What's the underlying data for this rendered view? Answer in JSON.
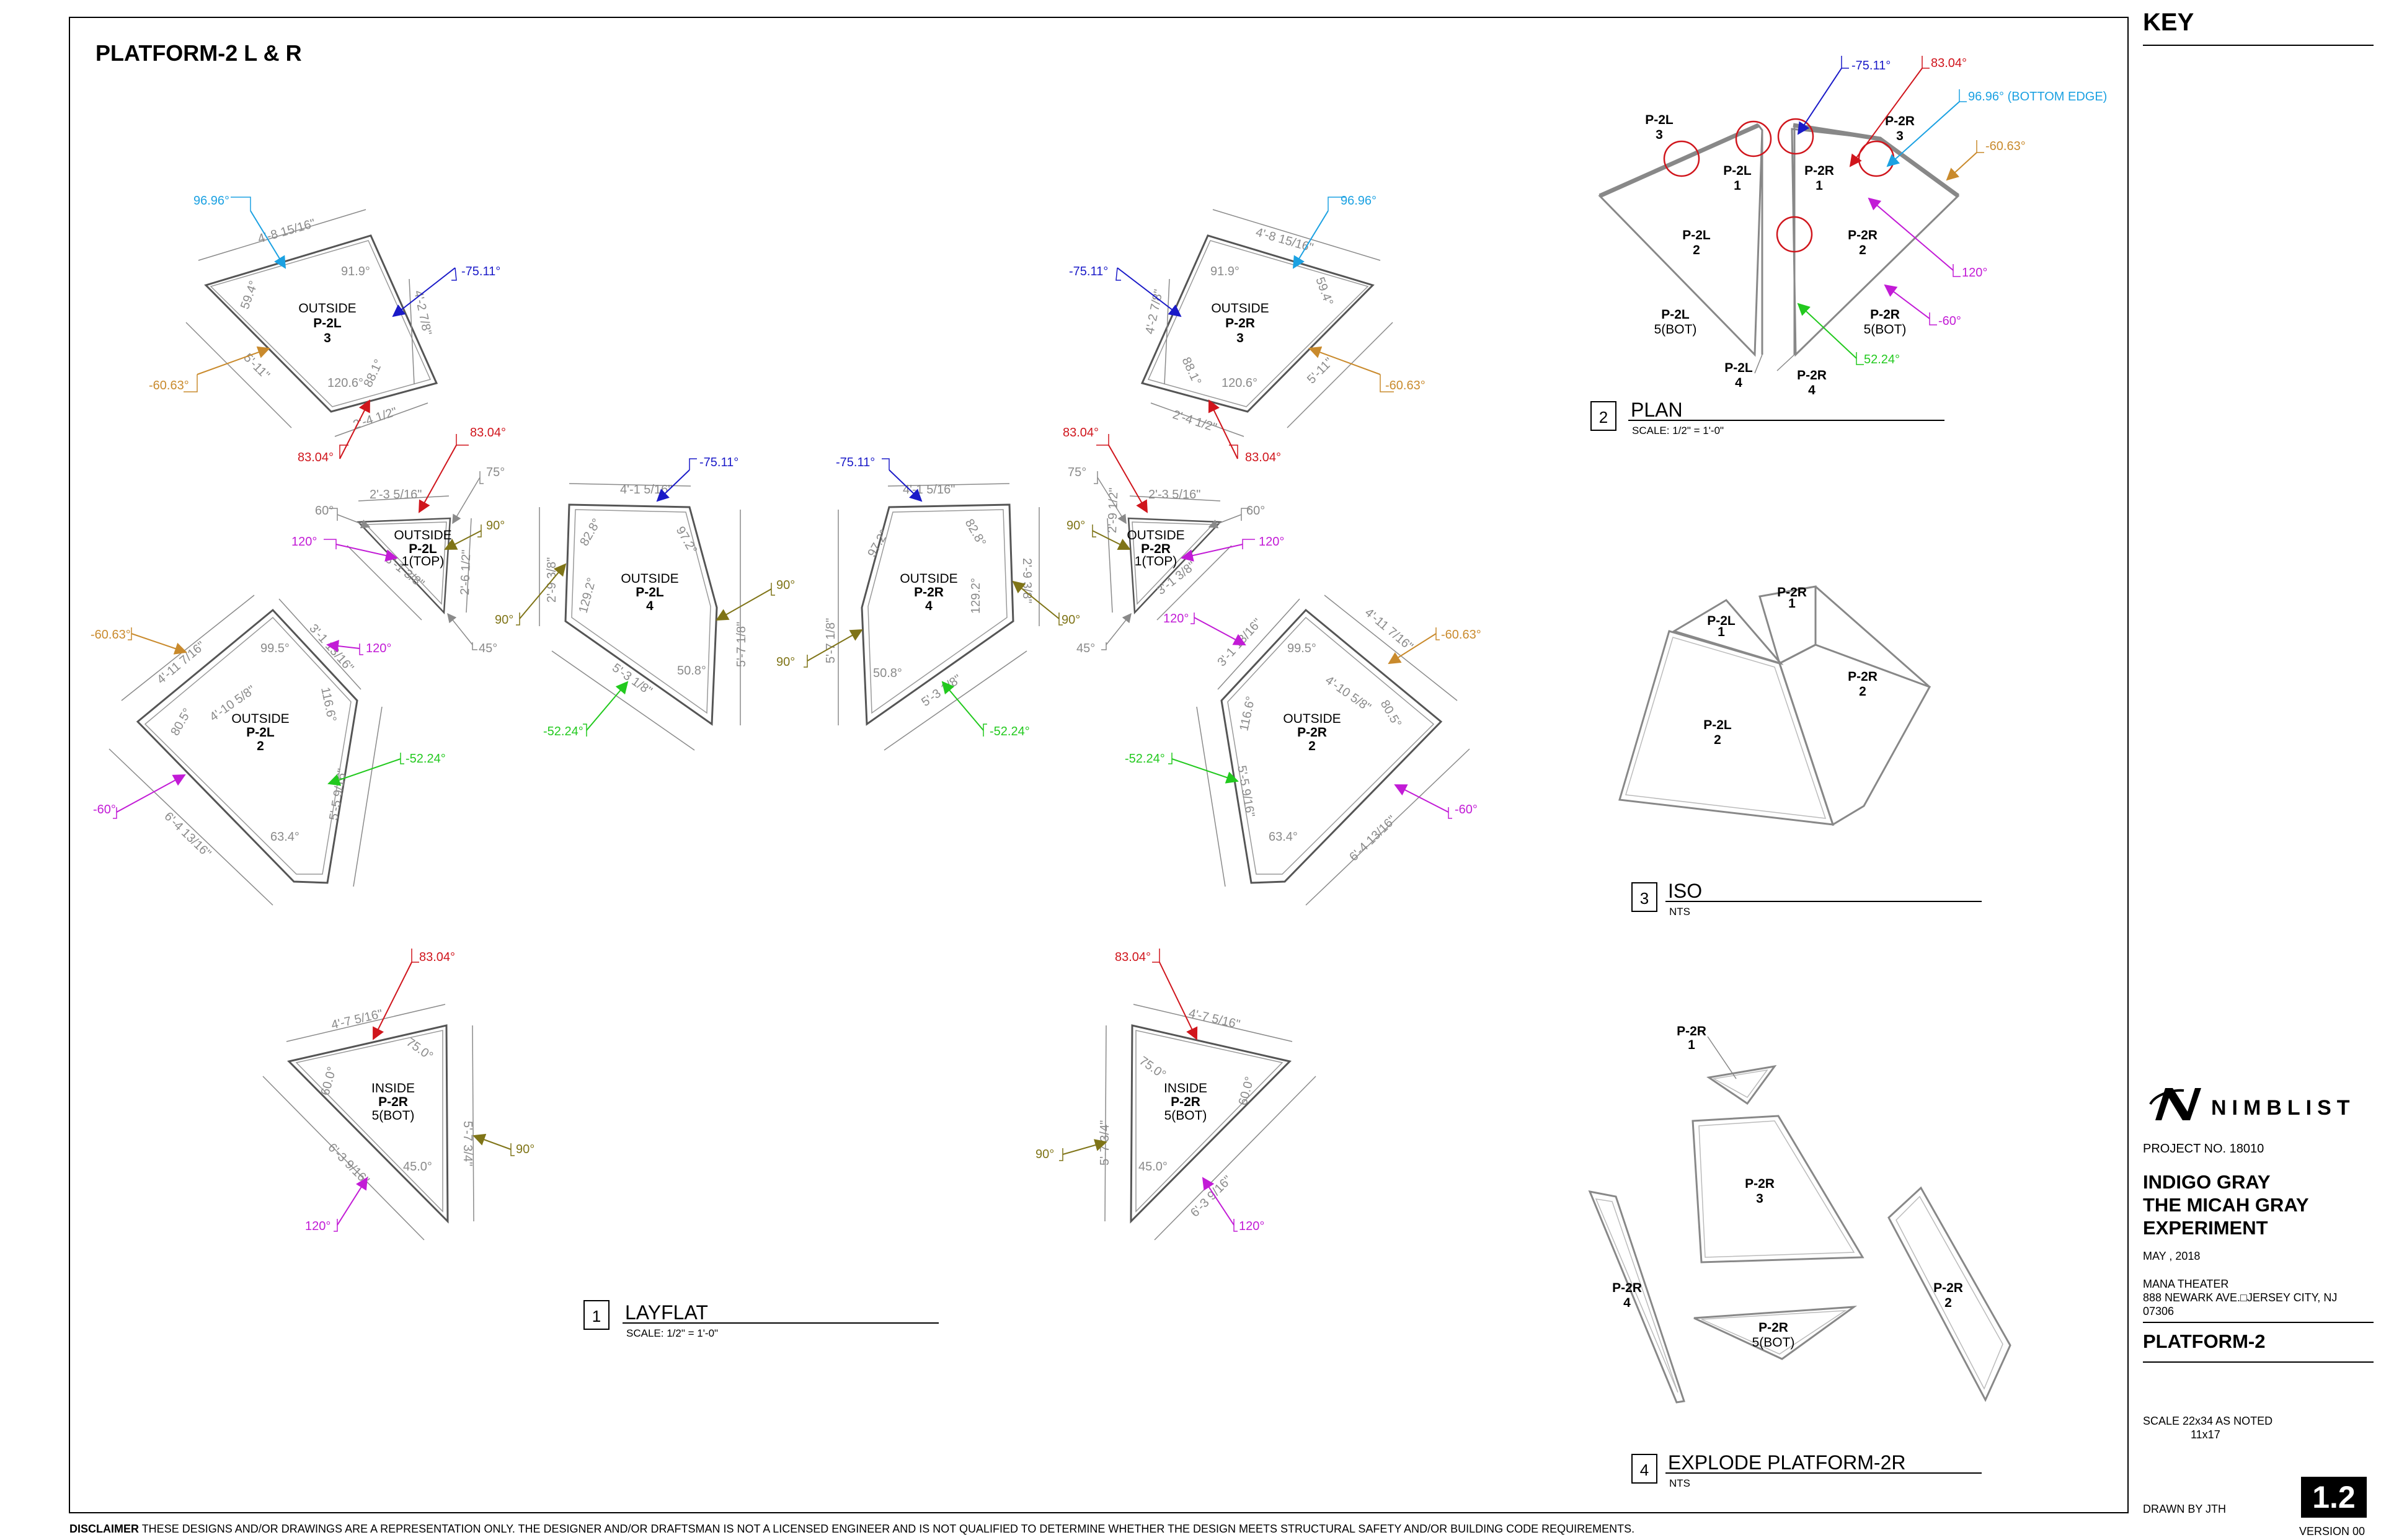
{
  "sheet_title": "PLATFORM-2 L & R",
  "key": {
    "title": "KEY"
  },
  "title_block": {
    "logo_text": "NIMBLIST",
    "project_no": "PROJECT NO. 18010",
    "project_title_lines": [
      "INDIGO GRAY",
      "THE MICAH GRAY",
      "EXPERIMENT"
    ],
    "date": "MAY , 2018",
    "venue_line1": "MANA THEATER",
    "venue_line2": "888 NEWARK AVE.□JERSEY CITY, NJ",
    "venue_line3": "07306",
    "sheet_name": "PLATFORM-2",
    "scale_line1": "SCALE  22x34  AS NOTED",
    "scale_line2": "11x17",
    "drawn_by": "DRAWN BY JTH",
    "sheet_number": "1.2",
    "version": "VERSION 00"
  },
  "disclaimer": {
    "label": "DISCLAIMER",
    "text": "THESE DESIGNS AND/OR DRAWINGS ARE A REPRESENTATION ONLY. THE DESIGNER AND/OR DRAFTSMAN IS NOT A LICENSED ENGINEER AND IS NOT QUALIFIED TO DETERMINE WHETHER THE DESIGN MEETS STRUCTURAL SAFETY AND/OR BUILDING CODE REQUIREMENTS."
  },
  "views": {
    "layflat": {
      "number": "1",
      "title": "LAYFLAT",
      "scale": "SCALE: 1/2\" = 1'-0\""
    },
    "plan": {
      "number": "2",
      "title": "PLAN",
      "scale": "SCALE: 1/2\" = 1'-0\""
    },
    "iso": {
      "number": "3",
      "title": "ISO",
      "scale": "NTS"
    },
    "explode": {
      "number": "4",
      "title": "EXPLODE PLATFORM-2R",
      "scale": "NTS"
    }
  },
  "colors": {
    "cyan": "#1ba1e2",
    "blue": "#1a1ac8",
    "red": "#d0151c",
    "orange": "#c98a2c",
    "magenta": "#c21bd6",
    "green": "#22c91e",
    "olive": "#7f7417",
    "gray": "#8a8a8a"
  },
  "panels": {
    "p2l3": {
      "face": "OUTSIDE",
      "id": "P-2L",
      "n": "3",
      "dims": [
        "4'-8 15/16\"",
        "91.9°",
        "59.4°",
        "4'-2 7/8\"",
        "5'-11\"",
        "120.6°",
        "88.1°",
        "2'-4 1/2\""
      ],
      "angles": [
        "96.96°",
        "-75.11°",
        "-60.63°",
        "83.04°"
      ]
    },
    "p2r3": {
      "face": "OUTSIDE",
      "id": "P-2R",
      "n": "3",
      "dims": [
        "4'-8 15/16\"",
        "91.9°",
        "59.4°",
        "4'-2 7/8\"",
        "5'-11\"",
        "120.6°",
        "88.1°",
        "2'-4 1/2\""
      ],
      "angles": [
        "96.96°",
        "-75.11°",
        "-60.63°",
        "83.04°"
      ]
    },
    "p2l1": {
      "face": "OUTSIDE",
      "id": "P-2L",
      "n": "1(TOP)",
      "dims": [
        "2'-3 5/16\"",
        "3'-1 3/8\"",
        "2'-6 1/2\""
      ],
      "angles": [
        "83.04°",
        "75°",
        "60°",
        "90°",
        "120°",
        "45°"
      ]
    },
    "p2r1": {
      "face": "OUTSIDE",
      "id": "P-2R",
      "n": "1(TOP)",
      "dims": [
        "2'-3 5/16\"",
        "3'-1 3/8\"",
        "2'-9 1/2\""
      ],
      "angles": [
        "83.04°",
        "75°",
        "60°",
        "90°",
        "120°",
        "45°"
      ]
    },
    "p2l4": {
      "face": "OUTSIDE",
      "id": "P-2L",
      "n": "4",
      "dims": [
        "4'-1 5/16\"",
        "82.8°",
        "97.2°",
        "2'-9 3/8\"",
        "129.2°",
        "5'-7 1/8\"",
        "50.8°",
        "5'-3 1/8\""
      ],
      "angles": [
        "-75.11°",
        "90°",
        "90°",
        "-52.24°"
      ]
    },
    "p2r4": {
      "face": "OUTSIDE",
      "id": "P-2R",
      "n": "4",
      "dims": [
        "4'-1 5/16\"",
        "97.2°",
        "82.8°",
        "2'-9 3/8\"",
        "129.2°",
        "5'-7 1/8\"",
        "50.8°",
        "5'-3 1/8\""
      ],
      "angles": [
        "-75.11°",
        "90°",
        "90°",
        "-52.24°"
      ]
    },
    "p2l2": {
      "face": "OUTSIDE",
      "id": "P-2L",
      "n": "2",
      "dims": [
        "4'-11 7/16\"",
        "3'-1 13/16\"",
        "99.5°",
        "80.5°",
        "4'-10 5/8\"",
        "116.6°",
        "6'-4 13/16\"",
        "63.4°",
        "5'-5 9/16\""
      ],
      "angles": [
        "-60.63°",
        "120°",
        "-52.24°",
        "-60°"
      ]
    },
    "p2r2": {
      "face": "OUTSIDE",
      "id": "P-2R",
      "n": "2",
      "dims": [
        "4'-11 7/16\"",
        "3'-1 13/16\"",
        "99.5°",
        "80.5°",
        "4'-10 5/8\"",
        "116.6°",
        "6'-4 13/16\"",
        "63.4°",
        "5'-5 9/16\""
      ],
      "angles": [
        "-60.63°",
        "120°",
        "-52.24°",
        "-60°"
      ]
    },
    "p2l5": {
      "face": "INSIDE",
      "id": "P-2R",
      "n": "5(BOT)",
      "dims": [
        "4'-7 5/16\"",
        "60.0°",
        "75.0°",
        "5'-7 3/4\"",
        "45.0°",
        "6'-3 9/16\""
      ],
      "angles": [
        "83.04°",
        "90°",
        "120°"
      ]
    },
    "p2r5": {
      "face": "INSIDE",
      "id": "P-2R",
      "n": "5(BOT)",
      "dims": [
        "4'-7 5/16\"",
        "75.0°",
        "60.0°",
        "5'-7 3/4\"",
        "45.0°",
        "6'-3 9/16\""
      ],
      "angles": [
        "83.04°",
        "90°",
        "120°"
      ]
    }
  },
  "plan": {
    "labels": [
      {
        "id": "P-2L",
        "n": "3"
      },
      {
        "id": "P-2R",
        "n": "3"
      },
      {
        "id": "P-2L",
        "n": "1"
      },
      {
        "id": "P-2R",
        "n": "1"
      },
      {
        "id": "P-2L",
        "n": "2"
      },
      {
        "id": "P-2R",
        "n": "2"
      },
      {
        "id": "P-2L",
        "n": "5(BOT)"
      },
      {
        "id": "P-2R",
        "n": "5(BOT)"
      },
      {
        "id": "P-2L",
        "n": "4"
      },
      {
        "id": "P-2R",
        "n": "4"
      }
    ],
    "angles": [
      "-75.11°",
      "83.04°",
      "96.96° (BOTTOM EDGE)",
      "-60.63°",
      "120°",
      "-60°",
      "52.24°"
    ]
  },
  "iso": {
    "labels": [
      {
        "id": "P-2L",
        "n": "1"
      },
      {
        "id": "P-2R",
        "n": "1"
      },
      {
        "id": "P-2R",
        "n": "2"
      },
      {
        "id": "P-2L",
        "n": "2"
      }
    ]
  },
  "explode": {
    "labels": [
      {
        "id": "P-2R",
        "n": "1"
      },
      {
        "id": "P-2R",
        "n": "3"
      },
      {
        "id": "P-2R",
        "n": "4"
      },
      {
        "id": "P-2R",
        "n": "2"
      },
      {
        "id": "P-2R",
        "n": "5(BOT)"
      }
    ]
  }
}
